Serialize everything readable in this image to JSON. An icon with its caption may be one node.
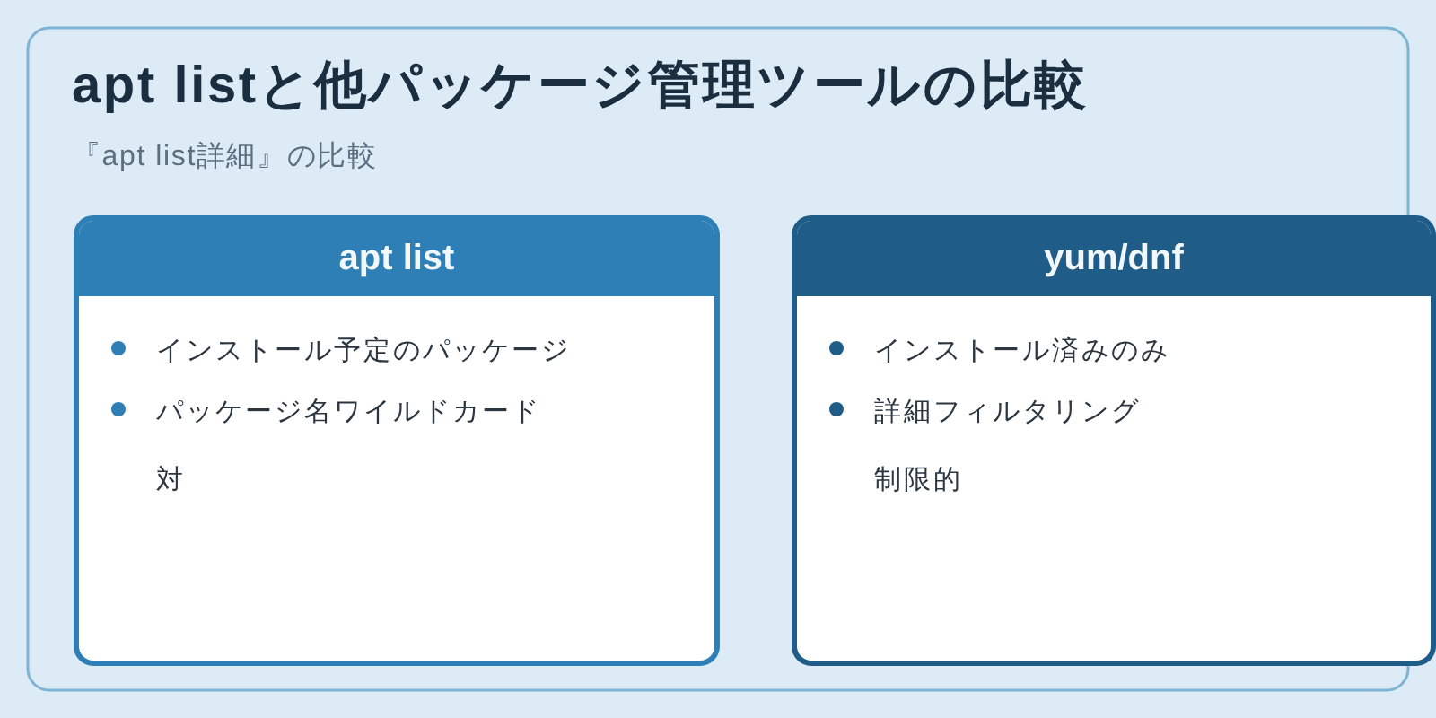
{
  "diagram": {
    "title": "apt listと他パッケージ管理ツールの比較",
    "nodes": [
      {
        "text": [
          "apt list",
          "インストール予定のパッケージ",
          "パッケージ名ワイルドカード",
          "対"
        ]
      },
      {
        "text": [
          "yum/dnf",
          "インストール済みのみ",
          "詳細フィルタリング",
          "制限的"
        ]
      }
    ],
    "labels": [
      "『apt list詳細』の比較"
    ]
  }
}
